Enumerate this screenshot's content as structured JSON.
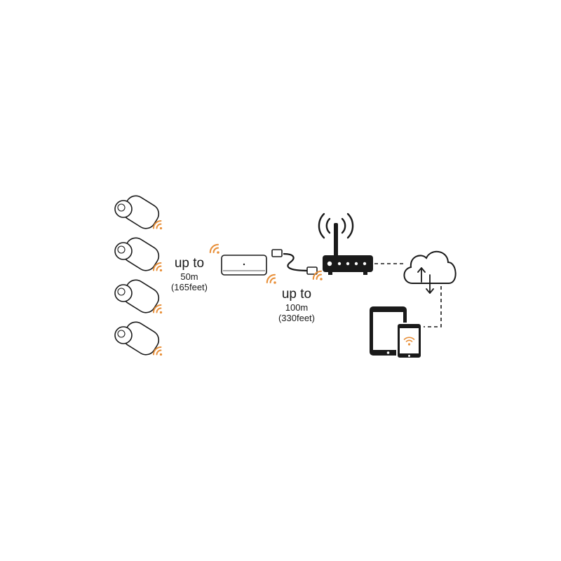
{
  "colors": {
    "signal": "#e8903a",
    "stroke": "#1a1a1a",
    "device_fill": "#ffffff",
    "dark_device": "#1a1a1a",
    "background": "#ffffff"
  },
  "icons": {
    "cameras": "security-camera-icon",
    "hub": "base-station-icon",
    "cable": "ethernet-cable-icon",
    "router": "wifi-router-icon",
    "cloud": "cloud-sync-icon",
    "tablet": "tablet-icon",
    "phone": "smartphone-icon",
    "signal": "wireless-signal-icon"
  },
  "labels": {
    "hub_range": {
      "title": "up to",
      "distance": "50m",
      "imperial": "(165feet)"
    },
    "router_range": {
      "title": "up to",
      "distance": "100m",
      "imperial": "(330feet)"
    }
  }
}
